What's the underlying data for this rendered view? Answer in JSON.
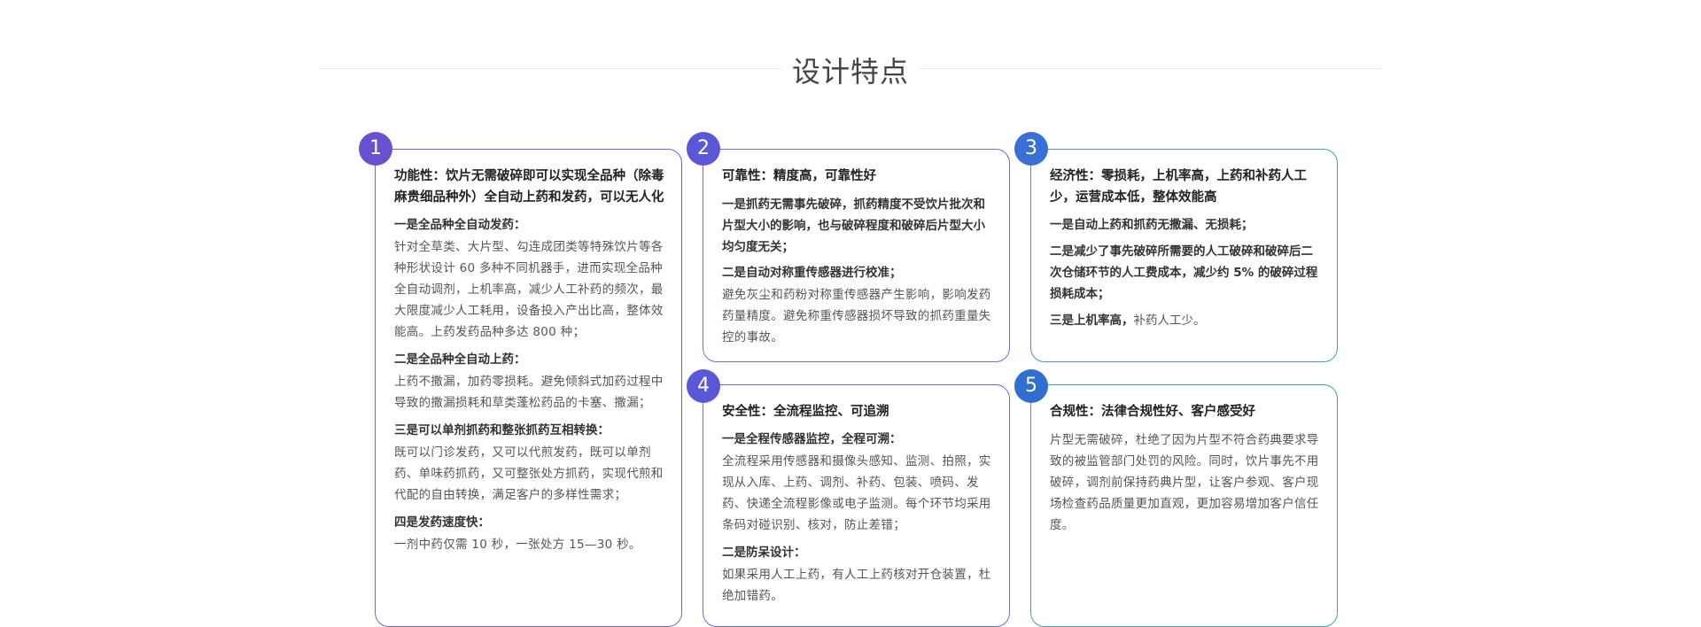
{
  "page": {
    "title": "设计特点"
  },
  "colors": {
    "badge_1": "#6b4fd1",
    "badge_2": "#5a58d8",
    "badge_3": "#3a6fd6",
    "badge_4": "#5a58d8",
    "badge_5": "#2f6fd0",
    "border_1": "#7064d8",
    "border_2": "#5f72d8",
    "border_3": "#3ea0b8",
    "border_4": "#6a6ad8",
    "border_5": "#3aa69a"
  },
  "cards": [
    {
      "number": "1",
      "title": "功能性：饮片无需破碎即可以实现全品种（除毒麻贵细品种外）全自动上药和发药，可以无人化",
      "sections": [
        {
          "heading": "一是全品种全自动发药：",
          "body": "针对全草类、大片型、勾连成团类等特殊饮片等各种形状设计 60 多种不同机器手，进而实现全品种全自动调剂，上机率高，减少人工补药的频次，最大限度减少人工耗用，设备投入产出比高，整体效能高。上药发药品种多达 800 种；"
        },
        {
          "heading": "二是全品种全自动上药：",
          "body": "上药不撒漏，加药零损耗。避免倾斜式加药过程中导致的撒漏损耗和草类蓬松药品的卡塞、撒漏；"
        },
        {
          "heading": "三是可以单剂抓药和整张抓药互相转换：",
          "body": "既可以门诊发药，又可以代煎发药，既可以单剂药、单味药抓药，又可整张处方抓药，实现代煎和代配的自由转换，满足客户的多样性需求；"
        },
        {
          "heading": "四是发药速度快：",
          "body": "一剂中药仅需 10 秒，一张处方 15—30 秒。"
        }
      ]
    },
    {
      "number": "2",
      "title": "可靠性：精度高，可靠性好",
      "sections": [
        {
          "heading": "一是抓药无需事先破碎，抓药精度不受饮片批次和片型大小的影响，也与破碎程度和破碎后片型大小均匀度无关；",
          "body": ""
        },
        {
          "heading": "二是自动对称重传感器进行校准；",
          "body": "避免灰尘和药粉对称重传感器产生影响，影响发药药量精度。避免称重传感器损坏导致的抓药重量失控的事故。"
        }
      ]
    },
    {
      "number": "3",
      "title": "经济性：零损耗，上机率高，上药和补药人工少，运营成本低，整体效能高",
      "sections": [
        {
          "heading": "一是自动上药和抓药无撒漏、无损耗；",
          "body": ""
        },
        {
          "heading": "二是减少了事先破碎所需要的人工破碎和破碎后二次仓储环节的人工费成本，减少约 5% 的破碎过程损耗成本；",
          "body": ""
        },
        {
          "heading": "三是上机率高，",
          "body": "补药人工少。"
        }
      ]
    },
    {
      "number": "4",
      "title": "安全性：全流程监控、可追溯",
      "sections": [
        {
          "heading": "一是全程传感器监控，全程可溯：",
          "body": "全流程采用传感器和摄像头感知、监测、拍照，实现从入库、上药、调剂、补药、包装、喷码、发药、快递全流程影像或电子监测。每个环节均采用条码对碰识别、核对，防止差错；"
        },
        {
          "heading": "二是防呆设计：",
          "body": "如果采用人工上药，有人工上药核对开仓装置，杜绝加错药。"
        }
      ]
    },
    {
      "number": "5",
      "title": "合规性：法律合规性好、客户感受好",
      "sections": [
        {
          "heading": "",
          "body": "片型无需破碎，杜绝了因为片型不符合药典要求导致的被监管部门处罚的风险。同时，饮片事先不用破碎，调剂前保持药典片型，让客户参观、客户现场检查药品质量更加直观，更加容易增加客户信任度。"
        }
      ]
    }
  ]
}
